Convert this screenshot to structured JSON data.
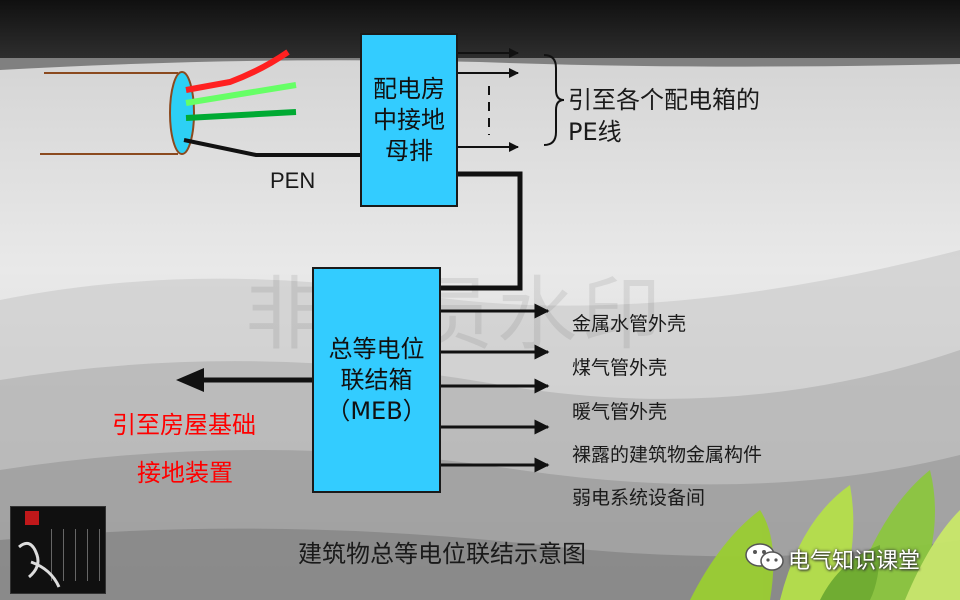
{
  "distribution_busbar": [
    "配电房",
    "中接地",
    "母排"
  ],
  "pe_note_lines": [
    "引至各个配电箱的",
    "PE线"
  ],
  "pen_label": "PEN",
  "meb_box": [
    "总等电位",
    "联结箱",
    "（MEB）"
  ],
  "connections": [
    "金属水管外壳",
    "煤气管外壳",
    "暖气管外壳",
    "裸露的建筑物金属构件",
    "弱电系统设备间"
  ],
  "foundation_note": [
    "引至房屋基础",
    "接地装置"
  ],
  "caption": "建筑物总等电位联结示意图",
  "watermark_faint": "非会员水印",
  "logo_text": "电气知识课堂",
  "colors": {
    "box_fill": "#33ccff",
    "wire_red": "#ff2020",
    "wire_light_green": "#66ff66",
    "wire_dark_green": "#00aa33",
    "cable_outline": "#8b4a1f",
    "accent_red_text": "#ff0000"
  }
}
